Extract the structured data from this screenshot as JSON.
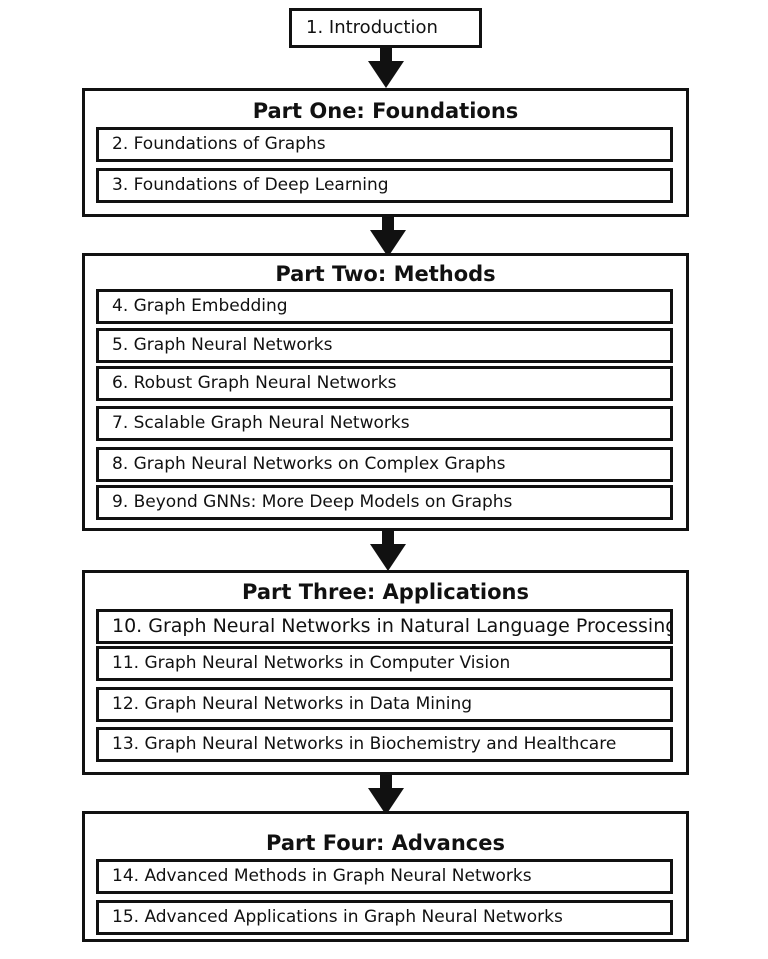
{
  "intro": {
    "label": "1. Introduction"
  },
  "parts": [
    {
      "title": "Part One: Foundations",
      "chapters": [
        "2. Foundations of Graphs",
        "3. Foundations of Deep Learning"
      ]
    },
    {
      "title": "Part Two: Methods",
      "chapters": [
        "4. Graph Embedding",
        "5. Graph Neural Networks",
        "6. Robust Graph Neural Networks",
        "7. Scalable Graph Neural Networks",
        "8. Graph Neural Networks on Complex Graphs",
        "9. Beyond GNNs: More Deep Models on Graphs"
      ]
    },
    {
      "title": "Part Three: Applications",
      "chapters": [
        "10. Graph Neural Networks in Natural Language Processing",
        "11. Graph Neural Networks in Computer Vision",
        "12. Graph Neural Networks in Data Mining",
        "13. Graph Neural Networks in Biochemistry and Healthcare"
      ]
    },
    {
      "title": "Part Four: Advances",
      "chapters": [
        "14. Advanced Methods in Graph Neural Networks",
        "15. Advanced Applications in Graph Neural Networks"
      ]
    }
  ]
}
